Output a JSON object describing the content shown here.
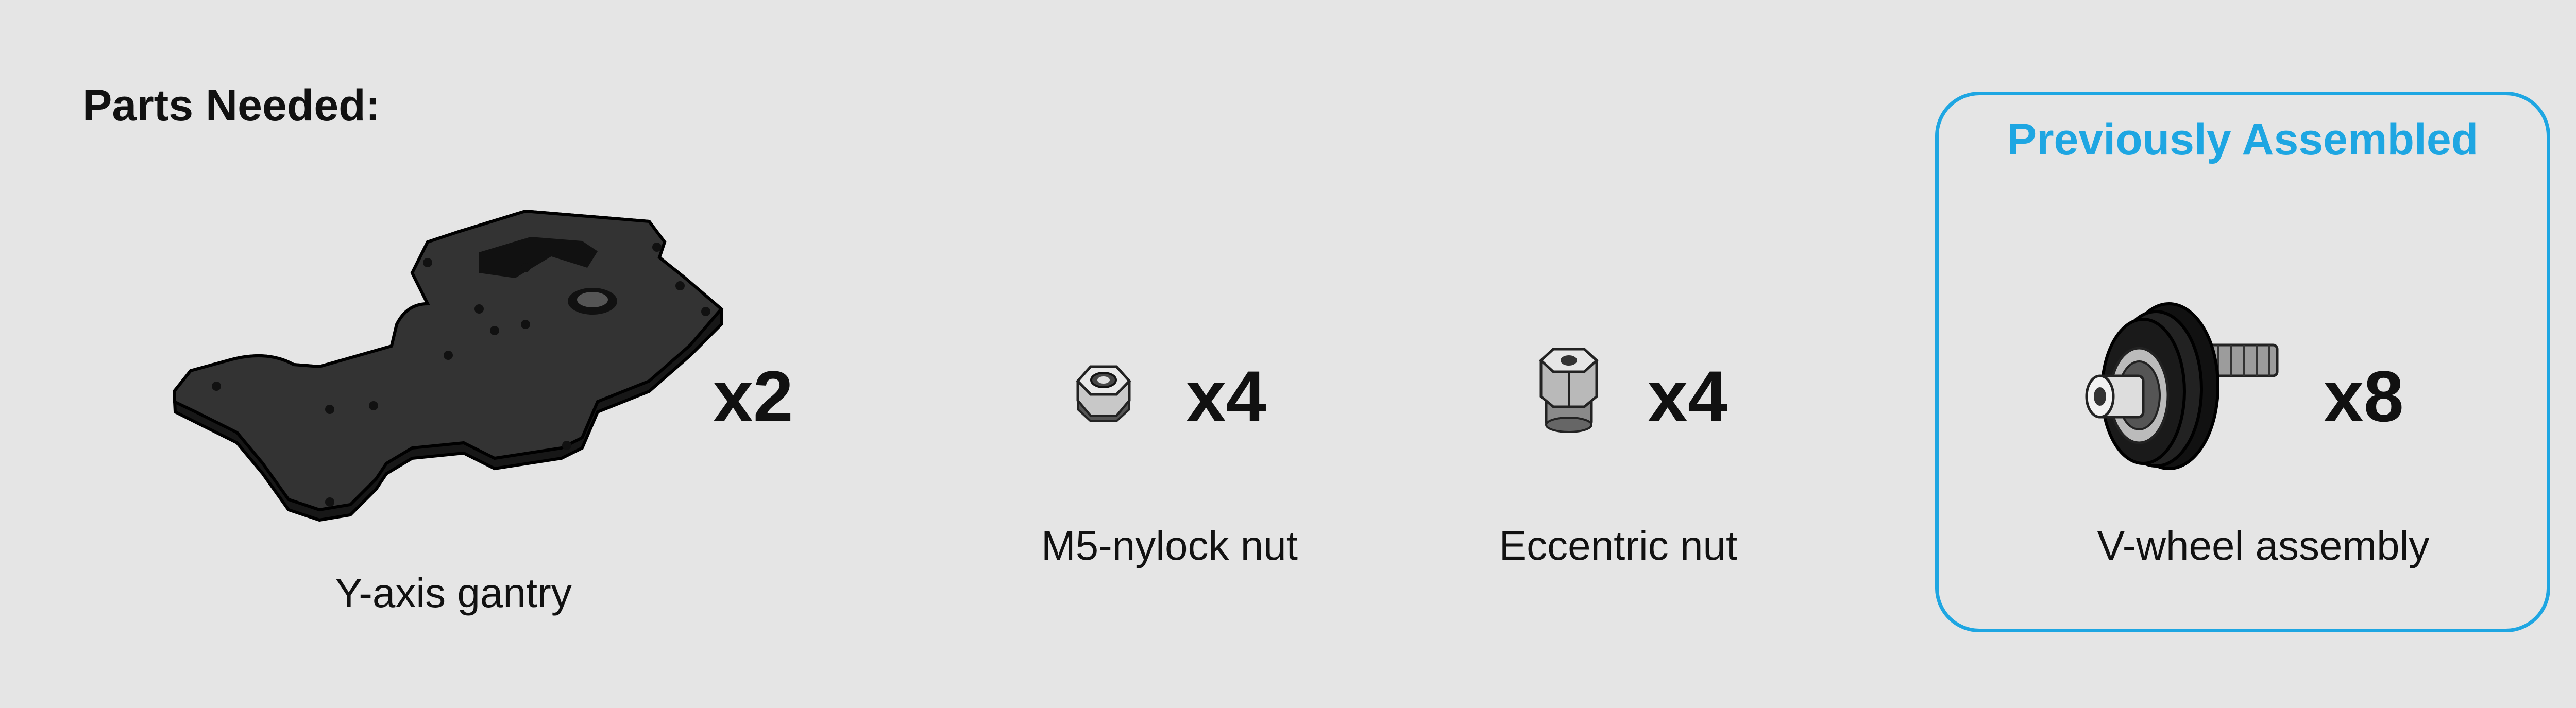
{
  "heading": "Parts Needed:",
  "parts": [
    {
      "name": "Y-axis gantry",
      "qty": "x2",
      "icon": "gantry-plate-icon"
    },
    {
      "name": "M5-nylock nut",
      "qty": "x4",
      "icon": "nylock-nut-icon"
    },
    {
      "name": "Eccentric nut",
      "qty": "x4",
      "icon": "eccentric-nut-icon"
    },
    {
      "name": "V-wheel assembly",
      "qty": "x8",
      "icon": "v-wheel-icon"
    }
  ],
  "assembled": {
    "title": "Previously Assembled",
    "accent": "#1ea6e2"
  }
}
